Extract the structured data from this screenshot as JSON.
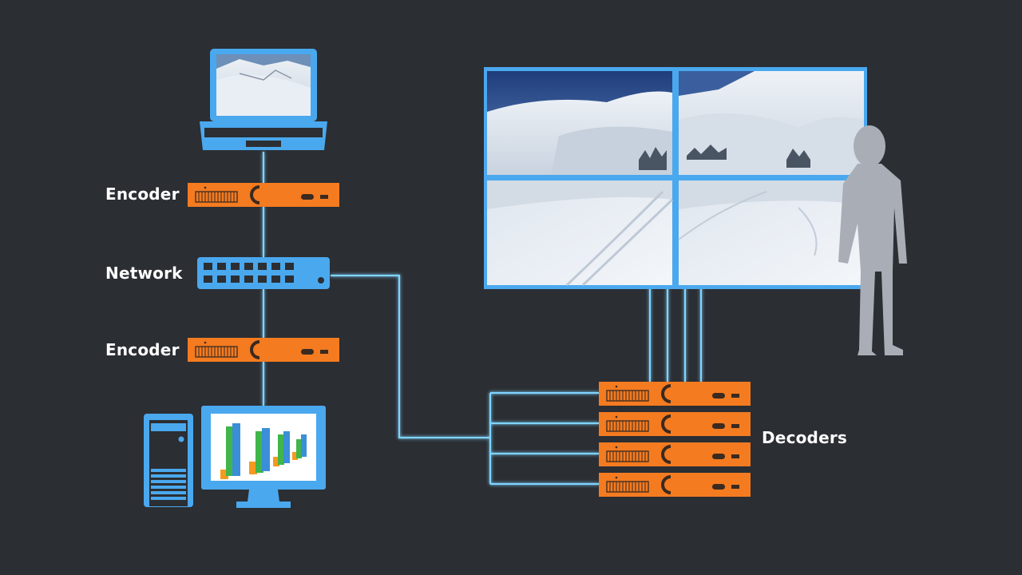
{
  "labels": {
    "encoder_top": "Encoder",
    "network": "Network",
    "encoder_bottom": "Encoder",
    "decoders": "Decoders"
  },
  "colors": {
    "background": "#2b2e33",
    "device_blue": "#4aa8ee",
    "device_orange": "#f47b20",
    "glow_cable": "#7fd4ff",
    "person_silhouette": "#a9aeb6"
  },
  "icons": [
    "laptop-icon",
    "encoder-device-icon",
    "network-switch-icon",
    "desktop-computer-icon",
    "video-wall-icon",
    "decoder-device-icon",
    "person-silhouette-icon"
  ]
}
